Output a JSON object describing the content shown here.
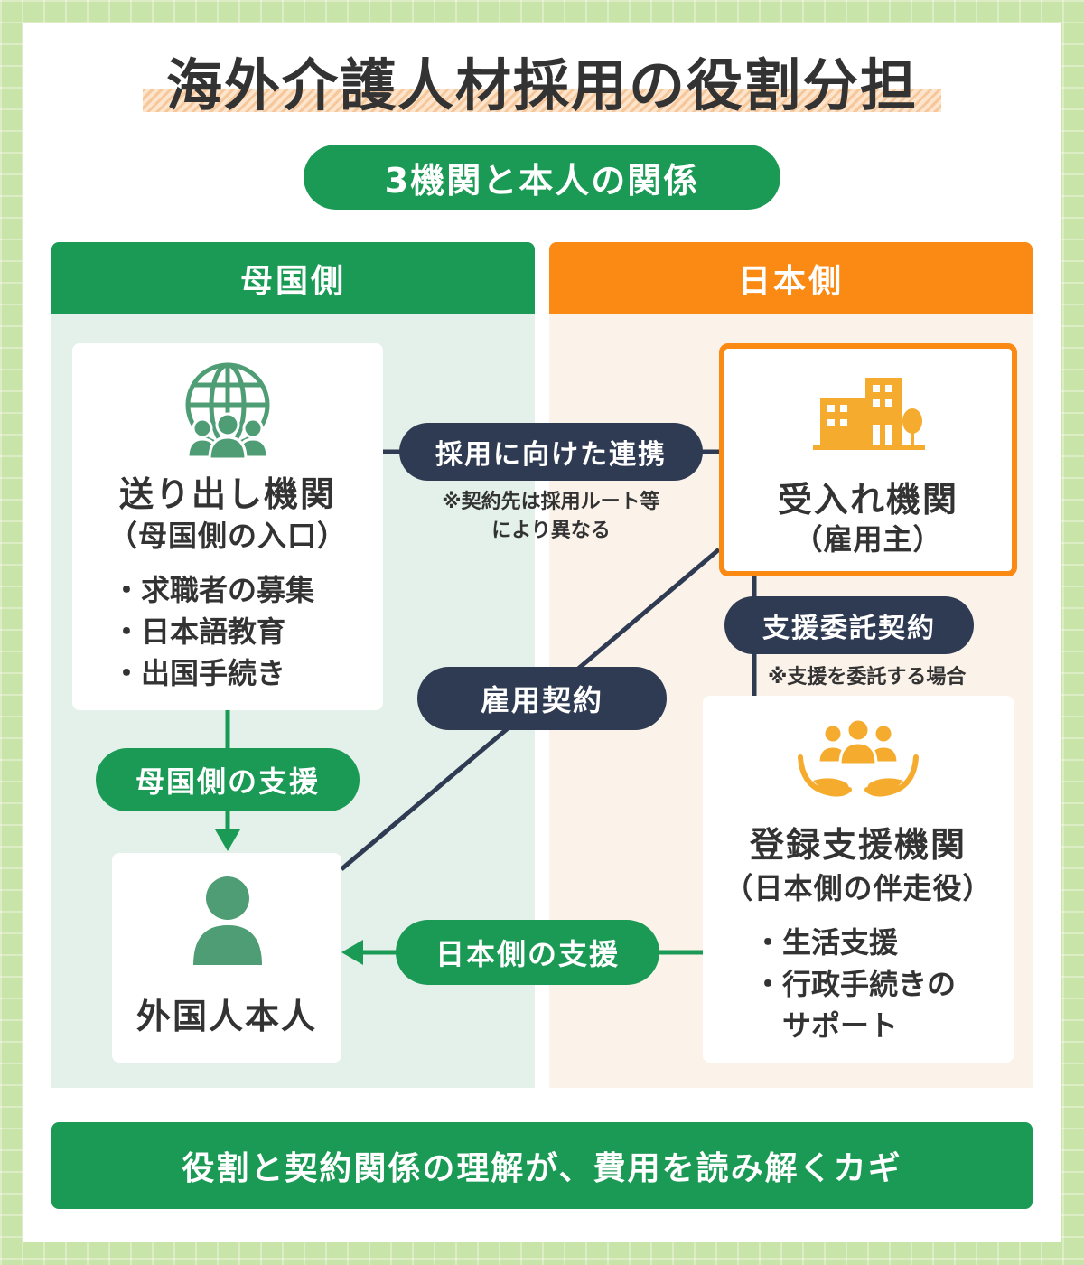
{
  "title": "海外介護人材採用の役割分担",
  "subtitle": "3機関と本人の関係",
  "columns": {
    "left": "母国側",
    "right": "日本側"
  },
  "sending_org": {
    "icon": "globe-people-icon",
    "title": "送り出し機関",
    "subtitle": "（母国側の入口）",
    "bullets": [
      "・求職者の募集",
      "・日本語教育",
      "・出国手続き"
    ]
  },
  "receiving_org": {
    "icon": "building-icon",
    "title": "受入れ機関",
    "subtitle": "（雇用主）"
  },
  "support_org": {
    "icon": "hands-people-icon",
    "title": "登録支援機関",
    "subtitle": "（日本側の伴走役）",
    "bullets": [
      "・生活支援",
      "・行政手続きの",
      "　サポート"
    ]
  },
  "person": {
    "icon": "person-icon",
    "label": "外国人本人"
  },
  "relations": {
    "recruit_link": "採用に向けた連携",
    "recruit_note_1": "※契約先は採用ルート等",
    "recruit_note_2": "により異なる",
    "support_contract": "支援委託契約",
    "support_note": "※支援を委託する場合",
    "employment_contract": "雇用契約",
    "home_support": "母国側の支援",
    "japan_support": "日本側の支援"
  },
  "colors": {
    "green": "#1a9a55",
    "orange": "#fb8a14",
    "navy": "#2f3b52",
    "icon_green": "#4f9d74",
    "icon_orange": "#f5ac2e"
  },
  "footer": "役割と契約関係の理解が、費用を読み解くカギ"
}
